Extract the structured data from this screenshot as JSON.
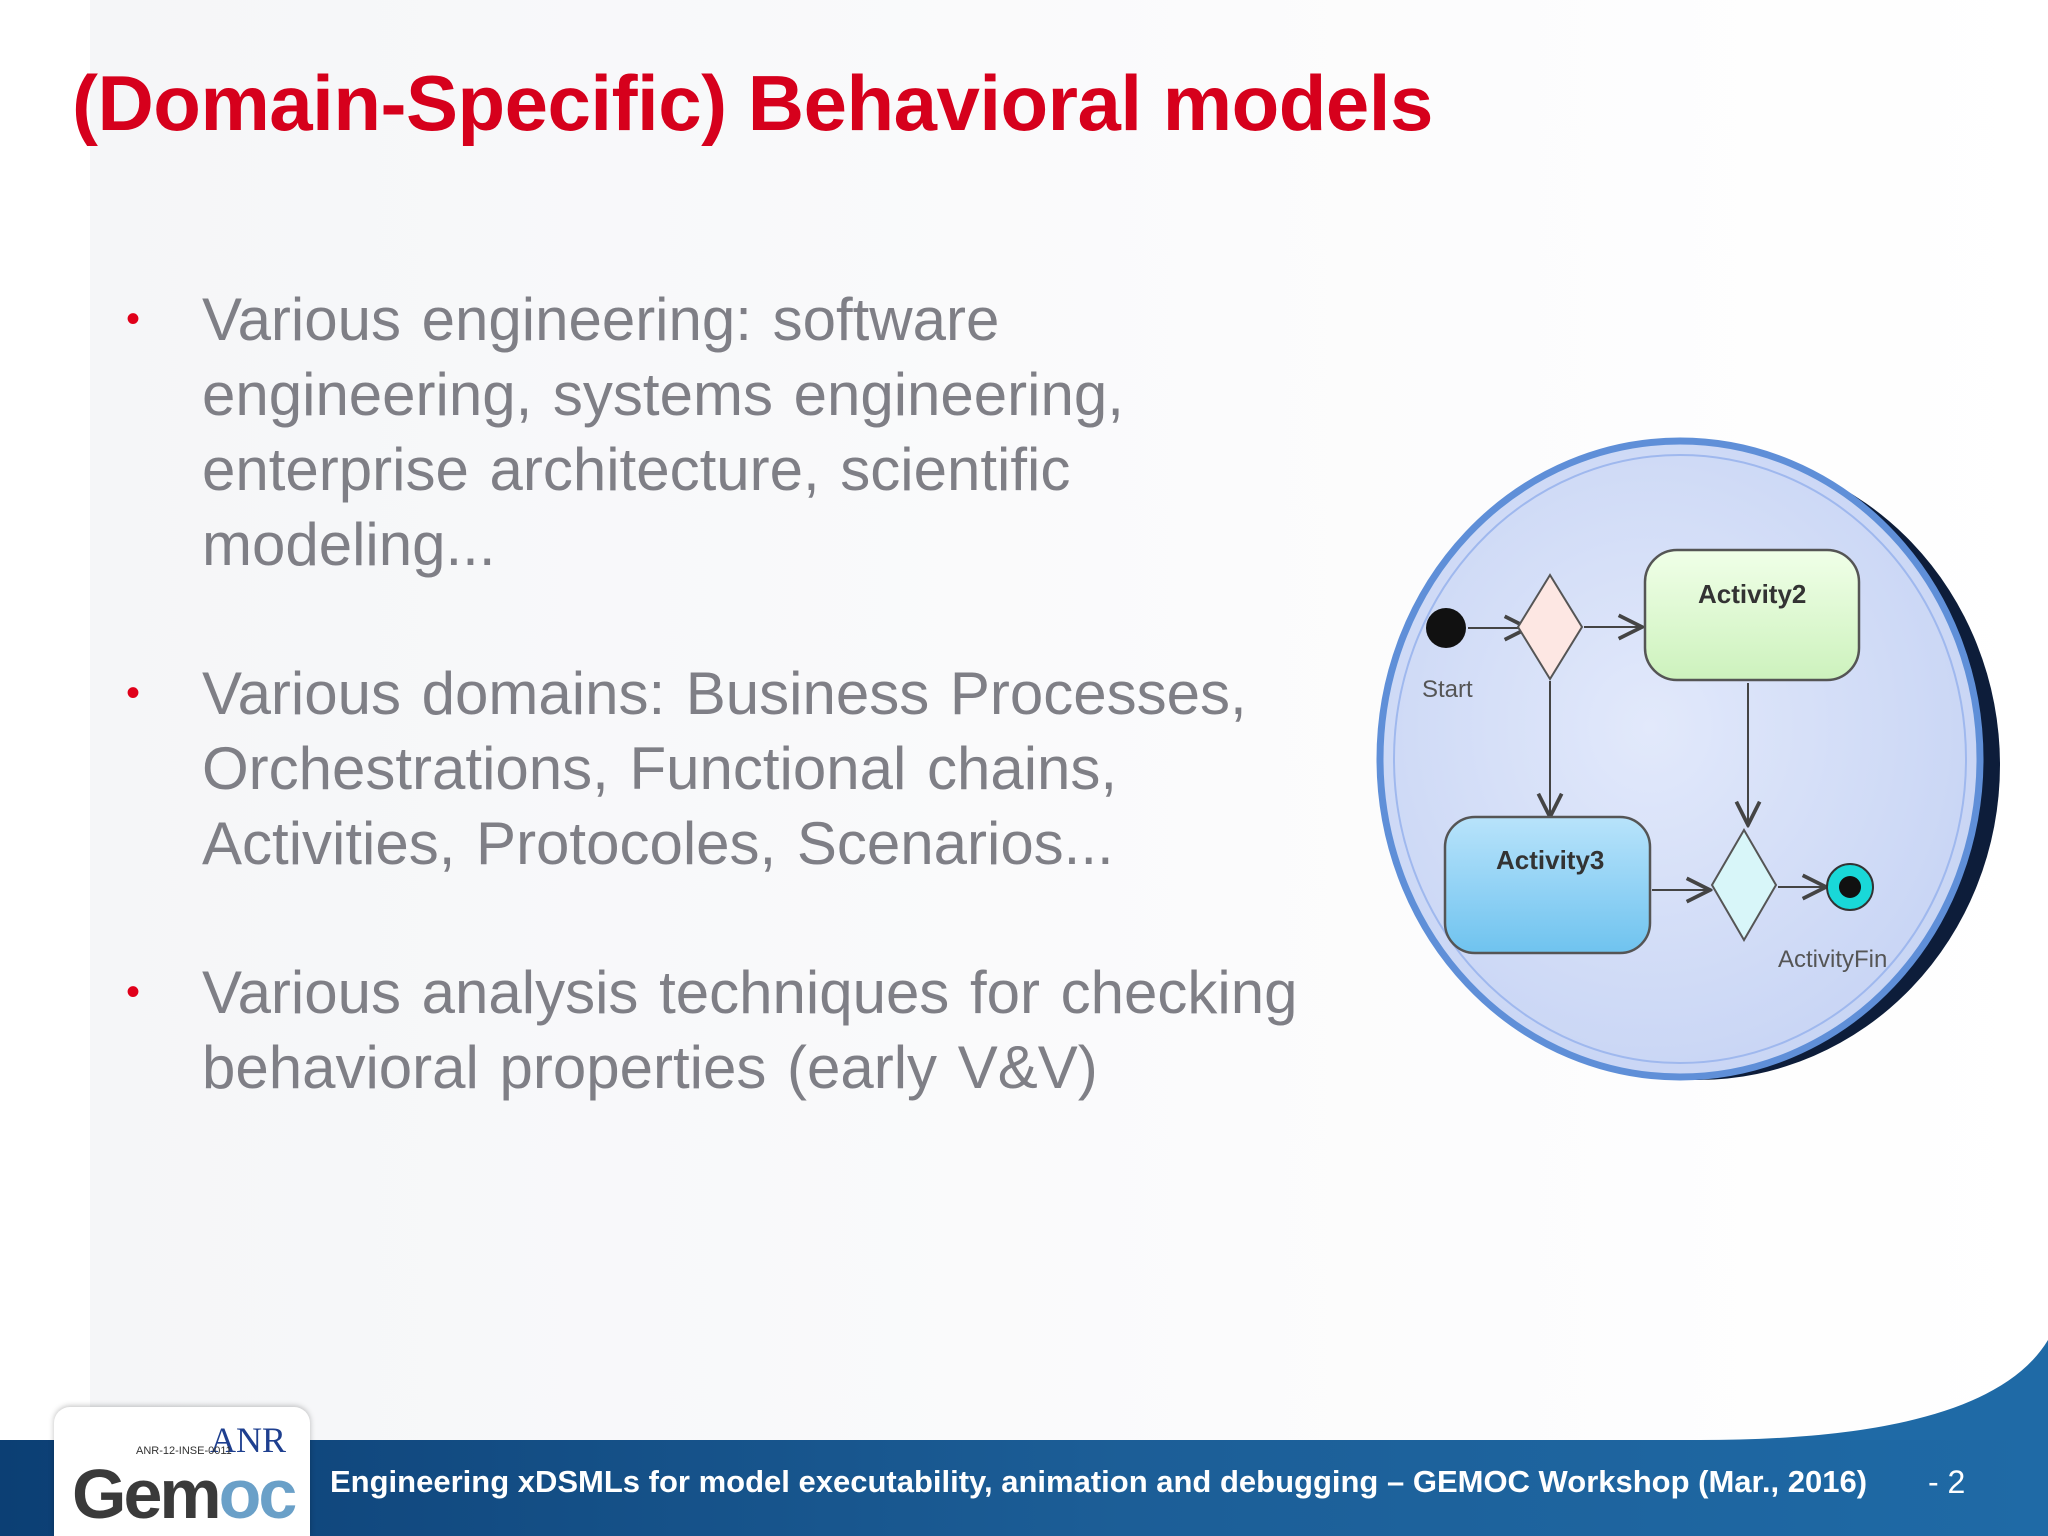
{
  "slide": {
    "title": "(Domain-Specific) Behavioral models",
    "bullets": [
      {
        "marker": "•",
        "text": "Various engineering: software engineering, systems engineering, enterprise architecture, scientific modeling..."
      },
      {
        "marker": "•",
        "text": "Various domains: Business Processes, Orchestrations, Functional chains, Activities, Protocoles, Scenarios..."
      },
      {
        "marker": "•",
        "text": "Various analysis techniques for checking behavioral properties (early V&V)"
      }
    ]
  },
  "diagram": {
    "start_label": "Start",
    "activity2_label": "Activity2",
    "activity3_label": "Activity3",
    "final_label": "ActivityFin"
  },
  "footer": {
    "text": "Engineering xDSMLs for model executability, animation and debugging – GEMOC Workshop (Mar., 2016)",
    "page_number": "- 2",
    "logo": {
      "anr": "ANR",
      "ref": "ANR-12-INSE-0011",
      "word_part1": "Gem",
      "word_part2": "oc"
    }
  },
  "colors": {
    "title": "#d6001c",
    "bullet_marker": "#e0001a",
    "body_text": "#7f7f86",
    "footer_bar": "#1c5e97"
  }
}
